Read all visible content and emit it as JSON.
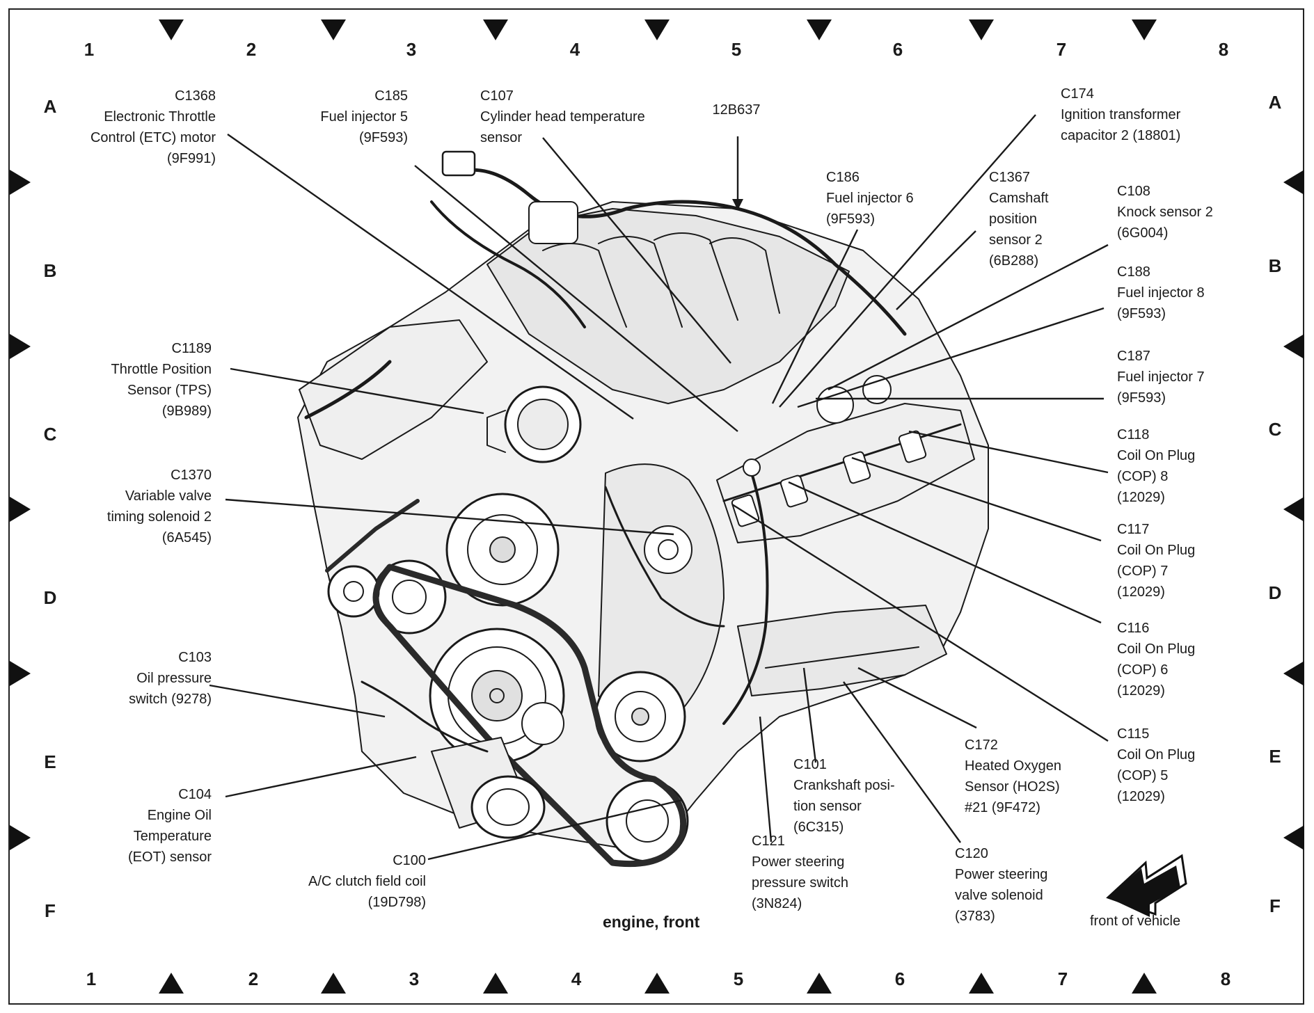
{
  "grid": {
    "columns": [
      "1",
      "2",
      "3",
      "4",
      "5",
      "6",
      "7",
      "8"
    ],
    "rows": [
      "A",
      "B",
      "C",
      "D",
      "E",
      "F"
    ]
  },
  "callouts": {
    "c1368": [
      "C1368",
      "Electronic Throttle",
      "Control (ETC) motor",
      "(9F991)"
    ],
    "c185": [
      "C185",
      "Fuel injector 5",
      "(9F593)"
    ],
    "c107": [
      "C107",
      "Cylinder head temperature",
      "sensor"
    ],
    "p12b637": [
      "12B637"
    ],
    "c174": [
      "C174",
      "Ignition transformer",
      "capacitor 2 (18801)"
    ],
    "c186": [
      "C186",
      "Fuel injector 6",
      "(9F593)"
    ],
    "c1367": [
      "C1367",
      "Camshaft",
      "position",
      "sensor 2",
      "(6B288)"
    ],
    "c108": [
      "C108",
      "Knock sensor 2",
      "(6G004)"
    ],
    "c188": [
      "C188",
      "Fuel injector 8",
      "(9F593)"
    ],
    "c187": [
      "C187",
      "Fuel injector 7",
      "(9F593)"
    ],
    "c1189": [
      "C1189",
      "Throttle Position",
      "Sensor (TPS)",
      "(9B989)"
    ],
    "c118": [
      "C118",
      "Coil On Plug",
      "(COP) 8",
      "(12029)"
    ],
    "c1370": [
      "C1370",
      "Variable valve",
      "timing solenoid 2",
      "(6A545)"
    ],
    "c117": [
      "C117",
      "Coil On Plug",
      "(COP) 7",
      "(12029)"
    ],
    "c116": [
      "C116",
      "Coil On Plug",
      "(COP) 6",
      "(12029)"
    ],
    "c103": [
      "C103",
      "Oil pressure",
      "switch (9278)"
    ],
    "c115": [
      "C115",
      "Coil On Plug",
      "(COP) 5",
      "(12029)"
    ],
    "c172": [
      "C172",
      "Heated Oxygen",
      "Sensor (HO2S)",
      "#21 (9F472)"
    ],
    "c101": [
      "C101",
      "Crankshaft posi-",
      "tion sensor",
      "(6C315)"
    ],
    "c104": [
      "C104",
      "Engine Oil",
      "Temperature",
      "(EOT) sensor"
    ],
    "c100": [
      "C100",
      "A/C clutch field coil",
      "(19D798)"
    ],
    "c121": [
      "C121",
      "Power steering",
      "pressure switch",
      "(3N824)"
    ],
    "c120": [
      "C120",
      "Power steering",
      "valve solenoid",
      "(3783)"
    ]
  },
  "caption": "engine, front",
  "front_of_vehicle": "front of vehicle",
  "colors": {
    "ink": "#1a1a1a",
    "paper": "#ffffff",
    "engine_shade": "#d9d9d9"
  }
}
